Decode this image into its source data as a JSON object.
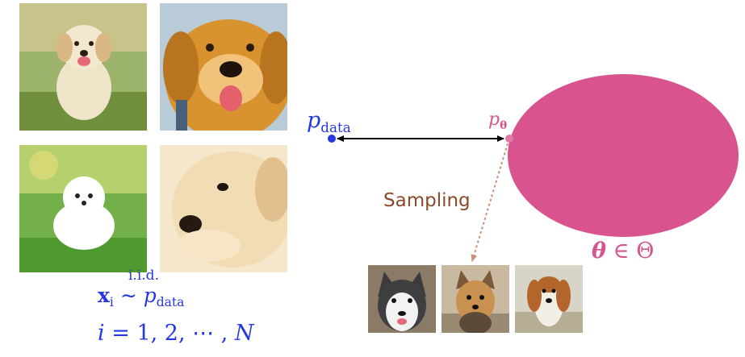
{
  "training_images": [
    {
      "subject": "golden retriever puppy running on grass"
    },
    {
      "subject": "golden retriever puppy face close-up"
    },
    {
      "subject": "white pomeranian puppy on grass"
    },
    {
      "subject": "cream puppy face close-up"
    }
  ],
  "sampled_images": [
    {
      "subject": "husky"
    },
    {
      "subject": "yorkshire terrier"
    },
    {
      "subject": "spaniel"
    }
  ],
  "labels": {
    "p": "p",
    "data": "data",
    "theta": "θ",
    "element_of": "∈",
    "Theta": "Θ",
    "sampling": "Sampling",
    "x": "x",
    "i": "i",
    "iid": "i.i.d.",
    "tilde": "∼",
    "index_eq": "= 1, 2, ⋯ , ",
    "N": "N"
  },
  "colors": {
    "model_blob": "#d9548e",
    "data_point": "#2438e0",
    "arrow": "#000000",
    "sampling_arrow": "#c9917a",
    "text_blue": "#2438e0",
    "text_pink": "#d4568f",
    "text_brown": "#8a4a2c"
  }
}
